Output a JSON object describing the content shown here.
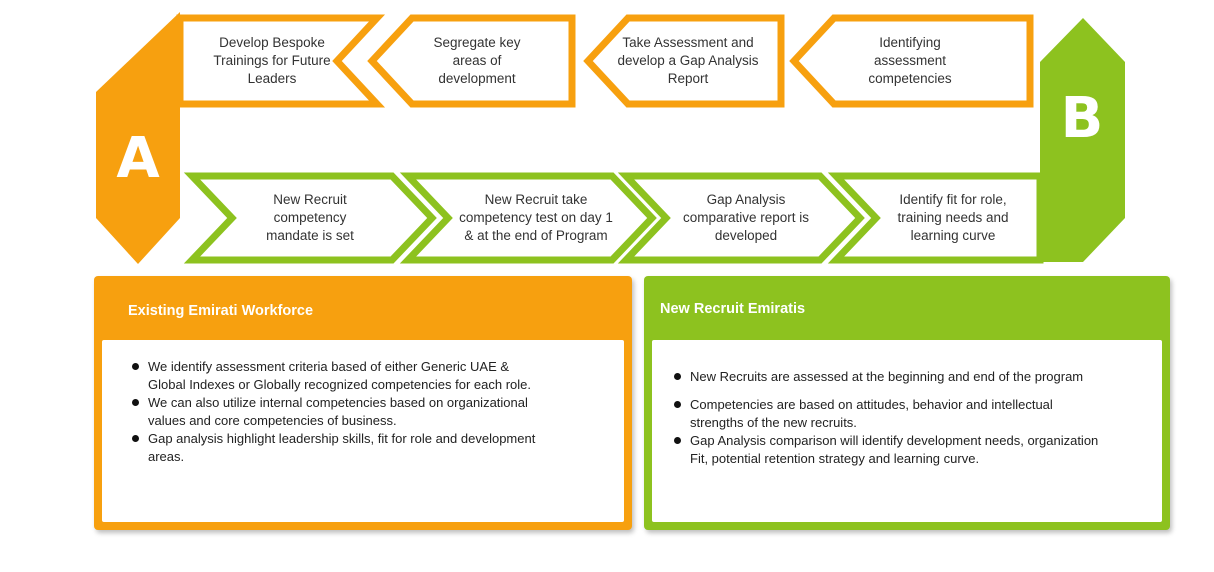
{
  "colors": {
    "orange": "#F7A00F",
    "green": "#8DC21F"
  },
  "badges": {
    "a": "A",
    "b": "B"
  },
  "top_row": [
    {
      "text": "Develop Bespoke\nTrainings for Future\nLeaders"
    },
    {
      "text": "Segregate key\nareas of\ndevelopment"
    },
    {
      "text": "Take Assessment and\ndevelop a Gap Analysis\nReport"
    },
    {
      "text": "Identifying\nassessment\ncompetencies"
    }
  ],
  "bottom_row": [
    {
      "text": "New Recruit\ncompetency\nmandate is set"
    },
    {
      "text": "New Recruit take\ncompetency test on day 1\n& at the end of Program"
    },
    {
      "text": "Gap Analysis\ncomparative  report is\ndeveloped"
    },
    {
      "text": "Identify fit for role,\ntraining needs and\nlearning curve"
    }
  ],
  "panels": {
    "existing": {
      "title": "Existing Emirati Workforce",
      "bullets": [
        "We identify assessment criteria based of either Generic UAE & Global Indexes or Globally recognized competencies for each role.",
        "We can also utilize internal competencies based on organizational values and core competencies of business.",
        "Gap analysis highlight leadership skills, fit for role and development areas."
      ]
    },
    "new_recruit": {
      "title": "New Recruit Emiratis",
      "bullets": [
        "New Recruits are assessed at the beginning and end of the program",
        "Competencies are based on attitudes, behavior and intellectual strengths of the new recruits.",
        "Gap Analysis comparison will identify development needs, organization Fit, potential retention strategy and learning curve."
      ]
    }
  }
}
